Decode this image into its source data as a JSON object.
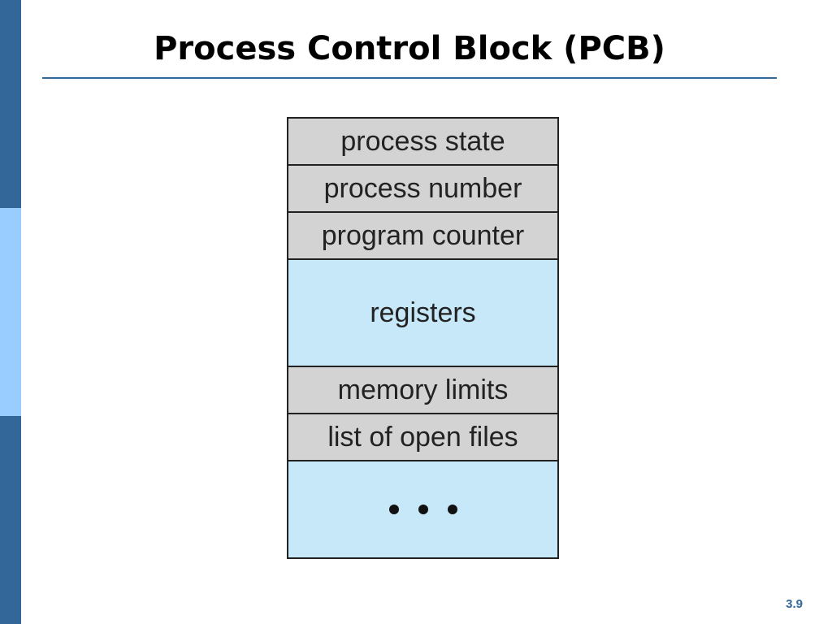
{
  "slide": {
    "title": "Process Control Block (PCB)",
    "page_number": "3.9"
  },
  "pcb_fields": [
    "process state",
    "process number",
    "program counter",
    "registers",
    "memory limits",
    "list of open files"
  ],
  "colors": {
    "sidebar_dark": "#336699",
    "sidebar_light": "#99ccff",
    "field_gray": "#d3d3d3",
    "field_blue": "#c6e8f8"
  }
}
